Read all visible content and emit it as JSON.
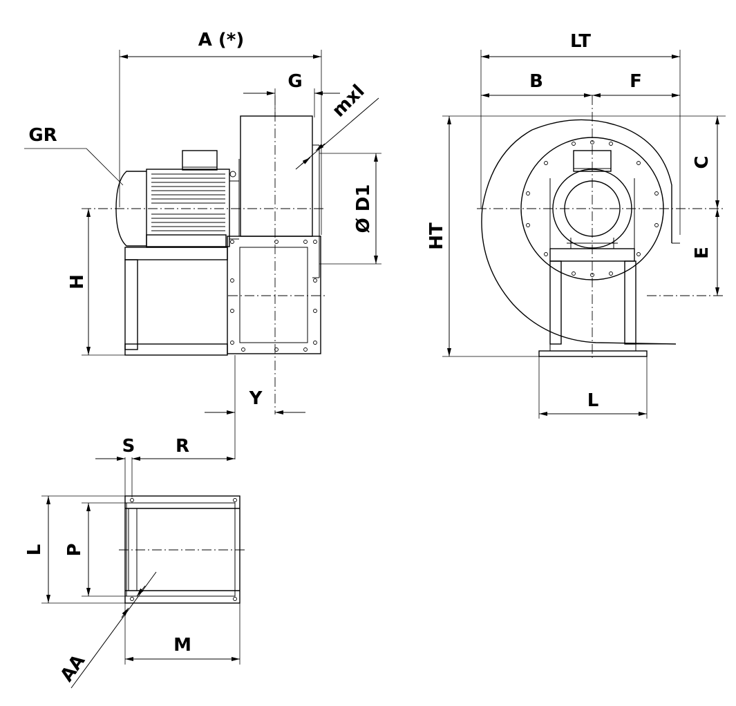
{
  "labels": {
    "A": "A (*)",
    "G": "G",
    "mxl": "mxl",
    "GR": "GR",
    "D1": "Ø D1",
    "H": "H",
    "Y": "Y",
    "LT": "LT",
    "B": "B",
    "F": "F",
    "C": "C",
    "E": "E",
    "HT": "HT",
    "L_front": "L",
    "S": "S",
    "R": "R",
    "L_base": "L",
    "P": "P",
    "M": "M",
    "AA": "AA"
  }
}
